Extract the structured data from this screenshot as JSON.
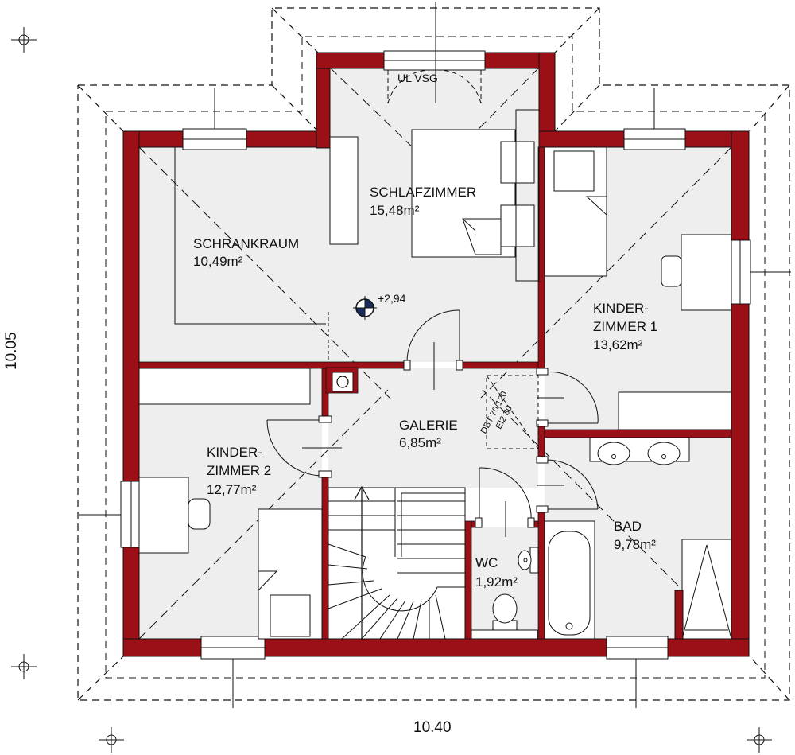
{
  "floor_plan": {
    "colors": {
      "wall": "#9b0f16",
      "floor": "#eeeeee",
      "line": "#111111",
      "background": "#ffffff"
    },
    "dimensions": {
      "width": "10.40",
      "height": "10.05"
    },
    "level_marker": "+2,94",
    "top_label": "UL VSG",
    "chimney_note": {
      "line1": "DBT 70/120",
      "line2": "EI2 30"
    },
    "rooms": [
      {
        "id": "schrankraum",
        "name_lines": [
          "SCHRANKRAUM"
        ],
        "area": "10,49m²"
      },
      {
        "id": "schlafzimmer",
        "name_lines": [
          "SCHLAFZIMMER"
        ],
        "area": "15,48m²"
      },
      {
        "id": "kinderzimmer-1",
        "name_lines": [
          "KINDER-",
          "ZIMMER 1"
        ],
        "area": "13,62m²"
      },
      {
        "id": "galerie",
        "name_lines": [
          "GALERIE"
        ],
        "area": "6,85m²"
      },
      {
        "id": "kinderzimmer-2",
        "name_lines": [
          "KINDER-",
          "ZIMMER 2"
        ],
        "area": "12,77m²"
      },
      {
        "id": "wc",
        "name_lines": [
          "WC"
        ],
        "area": "1,92m²"
      },
      {
        "id": "bad",
        "name_lines": [
          "BAD"
        ],
        "area": "9,78m²"
      }
    ],
    "icons": [
      "crosshair-icon",
      "level-marker-icon",
      "toilet-icon",
      "sink-icon",
      "bathtub-icon",
      "shower-icon",
      "bed-icon",
      "desk-icon",
      "door-swing-icon",
      "stair-arrow-icon"
    ]
  }
}
